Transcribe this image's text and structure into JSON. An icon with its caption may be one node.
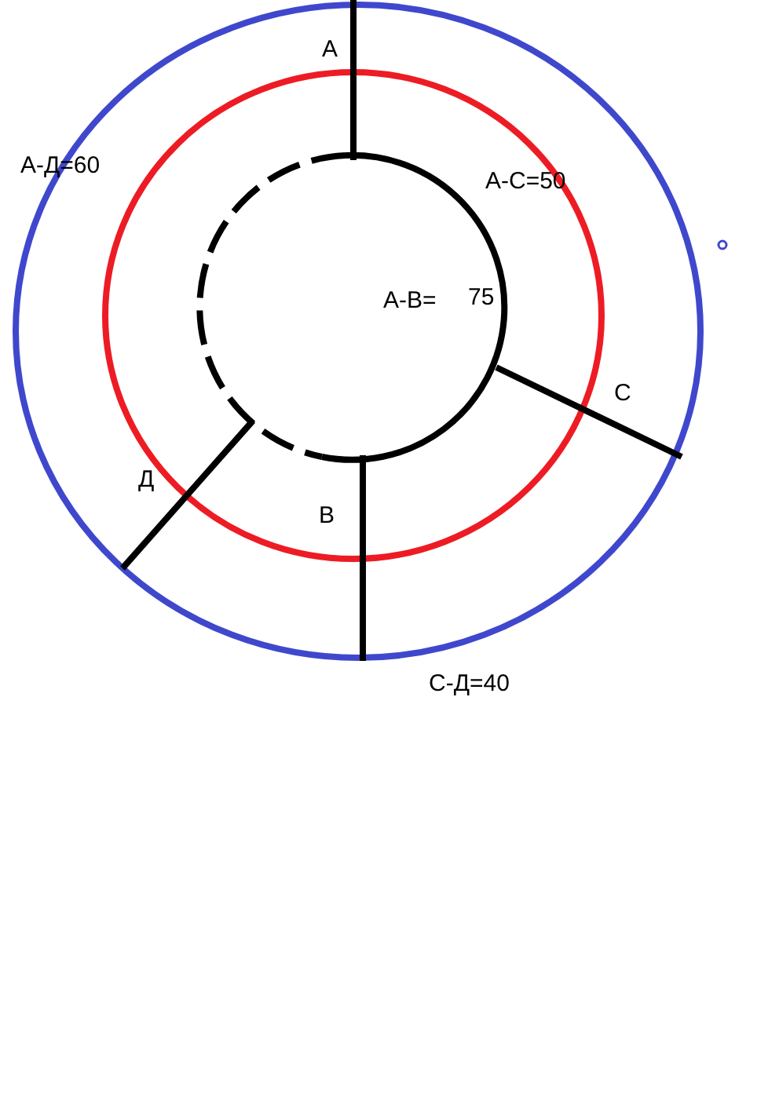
{
  "diagram": {
    "labels": [
      "А",
      "А-Д=60",
      "А-С=50",
      "А-В=",
      "75",
      "С",
      "Д",
      "В",
      "С-Д=40"
    ]
  }
}
